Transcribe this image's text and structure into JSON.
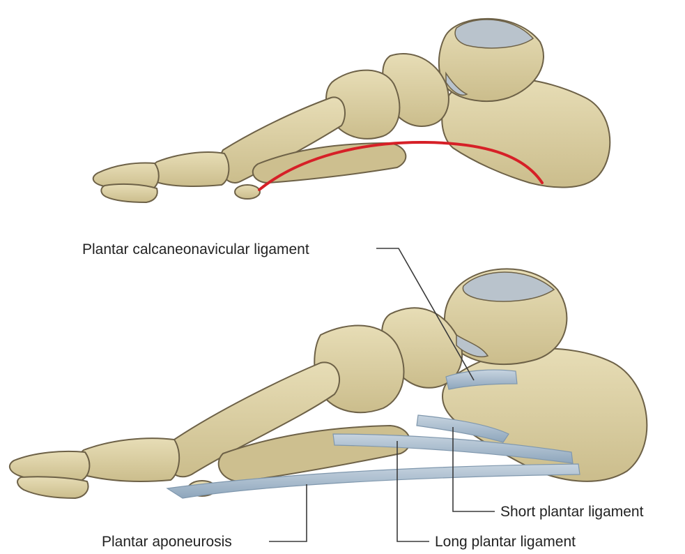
{
  "labels": {
    "calcaneonavicular": "Plantar calcaneonavicular ligament",
    "short_plantar": "Short plantar ligament",
    "long_plantar": "Long plantar ligament",
    "aponeurosis": "Plantar aponeurosis"
  },
  "colors": {
    "bone_fill": "#ddd2a8",
    "bone_shade": "#c9bb88",
    "bone_outline": "#6d6147",
    "cartilage": "#b9c3cc",
    "ligament": "#a4b8cb",
    "ligament_dark": "#7f97ad",
    "arch_line": "#d62027"
  }
}
